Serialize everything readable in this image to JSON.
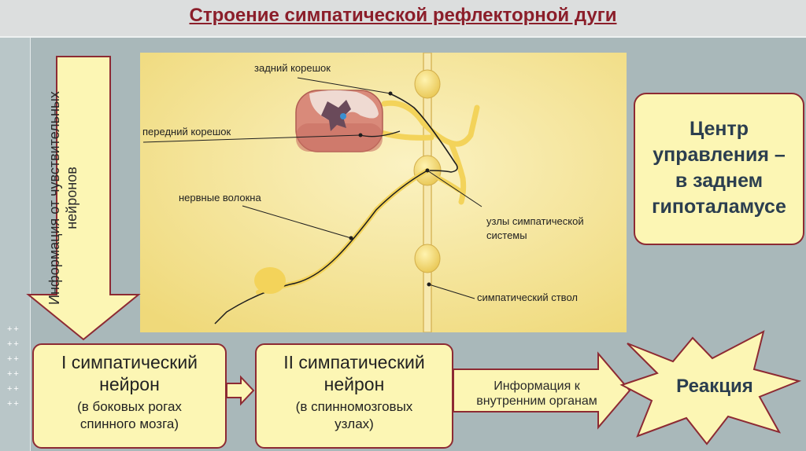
{
  "title": "Строение симпатической рефлекторной дуги",
  "plus_marks": [
    "++",
    "++",
    "++",
    "++",
    "++",
    "++"
  ],
  "labels": {
    "posterior_root": "задний корешок",
    "anterior_root": "передний корешок",
    "nerve_fibers": "нервные волокна",
    "ganglia_line1": "узлы симпатической",
    "ganglia_line2": "системы",
    "trunk": "симпатический ствол"
  },
  "center_box": {
    "line1": "Центр",
    "line2": "управления –",
    "line3": "в заднем",
    "line4": "гипоталамусе"
  },
  "sensory_arrow": {
    "line1": "Информация от чувствительных",
    "line2": "нейронов"
  },
  "neuron1": {
    "line1": "I симпатический",
    "line2": "нейрон",
    "sub1": "(в боковых рогах",
    "sub2": "спинного мозга)"
  },
  "neuron2": {
    "line1": "II симпатический",
    "line2": "нейрон",
    "sub1": "(в спинномозговых",
    "sub2": "узлах)"
  },
  "organ_arrow": {
    "line1": "Информация к",
    "line2": "внутренним органам"
  },
  "reaction": "Реакция",
  "colors": {
    "title": "#8b1e2a",
    "box_fill": "#fcf6b4",
    "box_border": "#8d2a33",
    "accent_text": "#2b3e4f",
    "nerve": "#f3d35a"
  }
}
